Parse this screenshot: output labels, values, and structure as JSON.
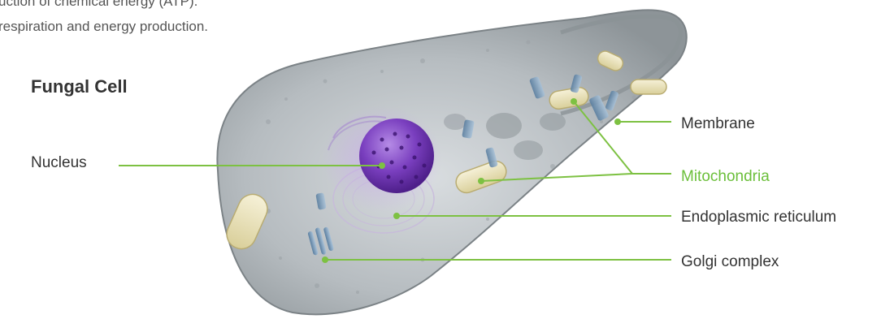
{
  "intro": {
    "line1": "uction of chemical energy (ATP).",
    "line2": "respiration and energy production."
  },
  "title": "Fungal Cell",
  "labels": {
    "nucleus": "Nucleus",
    "membrane": "Membrane",
    "mitochondria": "Mitochondria",
    "endoplasmic_reticulum": "Endoplasmic reticulum",
    "golgi_complex": "Golgi complex"
  },
  "colors": {
    "leader_line": "#7dc142",
    "highlight_text": "#6bbf3a",
    "body_text": "#333333",
    "nucleus": "#7a3fbf"
  }
}
